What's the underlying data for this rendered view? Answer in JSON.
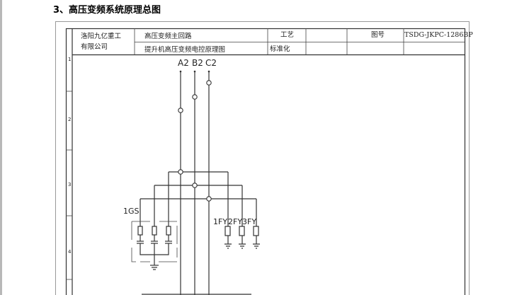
{
  "heading": "3、高压变频系统原理总图",
  "title_block": {
    "company_line1": "洛阳九亿重工",
    "company_line2": "有限公司",
    "name_line1": "高压变频主回路",
    "name_line2": "提升机高压变频电控原理图",
    "label_process": "工艺",
    "label_standard": "标准化",
    "label_drawing_no": "图号",
    "drawing_no": "TSDG-JKPC-1286BP"
  },
  "zones": [
    "1",
    "2",
    "3",
    "4"
  ],
  "diagram": {
    "phases": [
      "A2",
      "B2",
      "C2"
    ],
    "capacitor_group": "1GS",
    "arresters": [
      "1FY",
      "2FY",
      "3FY"
    ]
  }
}
